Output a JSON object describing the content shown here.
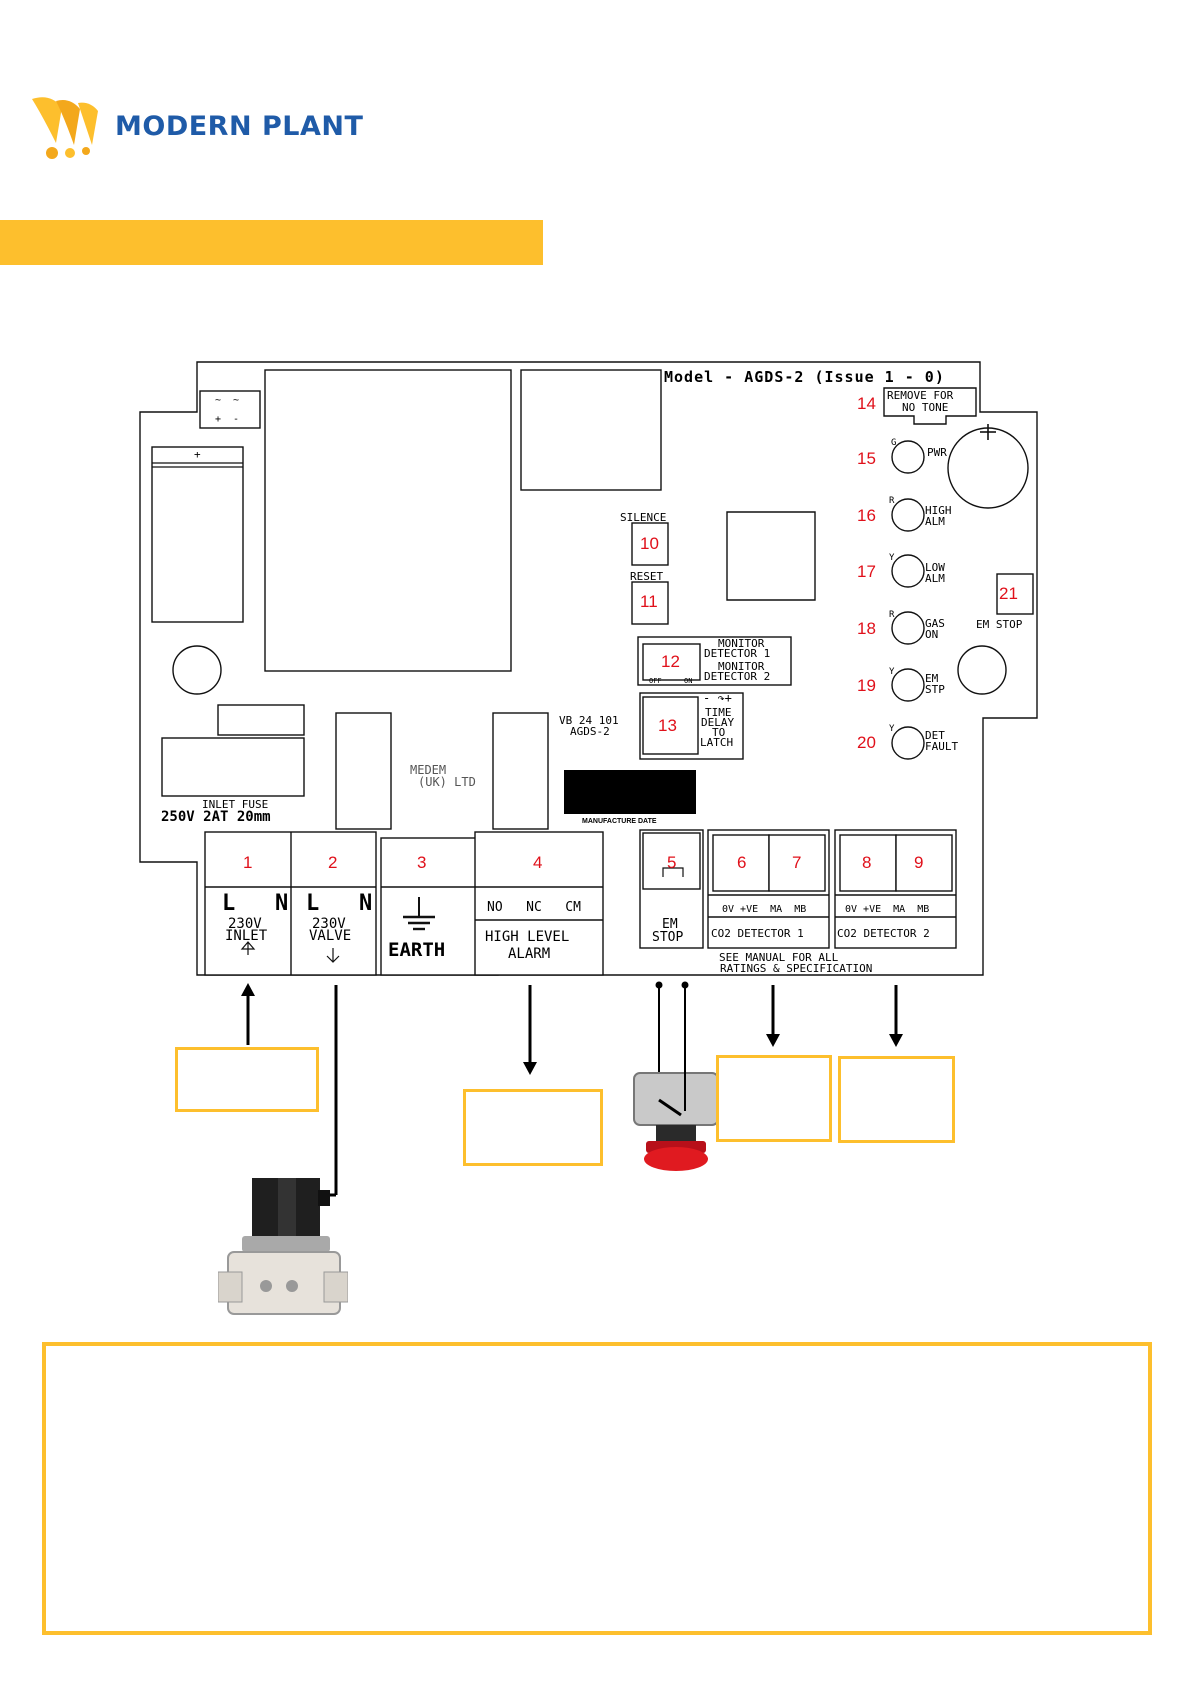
{
  "brand": {
    "name": "MODERN PLANT",
    "accent": "#fdbf2d",
    "text_color": "#1f5ba8"
  },
  "board": {
    "model": "Model - AGDS-2 (Issue 1 - 0)",
    "maker": [
      "MEDEM",
      "(UK) LTD"
    ],
    "part": [
      "VB 24 101",
      "AGDS-2"
    ],
    "manufacture_date": "MANUFACTURE DATE",
    "fuse": [
      "INLET FUSE",
      "250V 2AT 20mm"
    ],
    "note": [
      "SEE MANUAL FOR ALL",
      "RATINGS & SPECIFICATION"
    ]
  },
  "terminals": [
    {
      "num": "1",
      "top": "L   N",
      "line1": "230V",
      "line2": "INLET"
    },
    {
      "num": "2",
      "top": "L   N",
      "line1": "230V",
      "line2": "VALVE"
    },
    {
      "num": "3",
      "label": "EARTH"
    },
    {
      "num": "4",
      "contacts": "NO   NC   CM",
      "line1": "HIGH LEVEL",
      "line2": "ALARM"
    },
    {
      "num": "5",
      "line1": "EM",
      "line2": "STOP"
    },
    {
      "num": "6"
    },
    {
      "num": "7"
    },
    {
      "num": "8"
    },
    {
      "num": "9"
    }
  ],
  "detectors": [
    {
      "pins": "0V +VE  MA  MB",
      "label": "CO2 DETECTOR 1"
    },
    {
      "pins": "0V +VE  MA  MB",
      "label": "CO2 DETECTOR 2"
    }
  ],
  "controls": {
    "silence": {
      "num": "10",
      "label": "SILENCE"
    },
    "reset": {
      "num": "11",
      "label": "RESET"
    },
    "monitor": {
      "num": "12",
      "line1": "MONITOR",
      "line2": "DETECTOR 1",
      "line3": "MONITOR",
      "line4": "DETECTOR 2",
      "off": "OFF",
      "on": "ON"
    },
    "delay": {
      "num": "13",
      "line1": "TIME",
      "line2": "DELAY",
      "line3": "TO",
      "line4": "LATCH"
    },
    "tone": {
      "num": "14",
      "line1": "REMOVE FOR",
      "line2": "NO TONE"
    },
    "em_stop": {
      "num": "21",
      "label": "EM STOP"
    }
  },
  "leds": [
    {
      "num": "15",
      "color": "G",
      "line1": "PWR",
      "line2": ""
    },
    {
      "num": "16",
      "color": "R",
      "line1": "HIGH",
      "line2": "ALM"
    },
    {
      "num": "17",
      "color": "Y",
      "line1": "LOW",
      "line2": "ALM"
    },
    {
      "num": "18",
      "color": "R",
      "line1": "GAS",
      "line2": "ON"
    },
    {
      "num": "19",
      "color": "Y",
      "line1": "EM",
      "line2": "STP"
    },
    {
      "num": "20",
      "color": "Y",
      "line1": "DET",
      "line2": "FAULT"
    }
  ]
}
